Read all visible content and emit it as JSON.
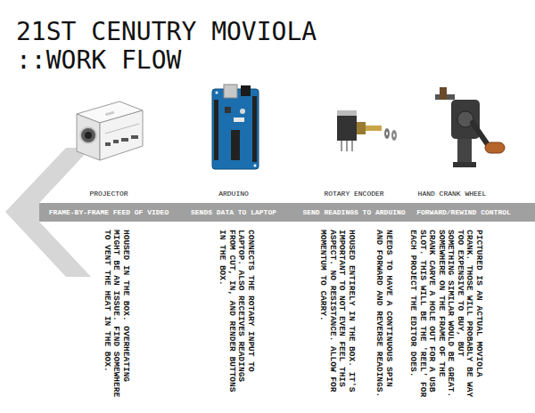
{
  "diagram": {
    "title": "21ST CENUTRY MOVIOLA ::WORK FLOW",
    "nodes": [
      {
        "text": [
          "FRAME-BY-FRAME FEED OF VIDEO",
          "SENDS DATA TO LAPTOP",
          "SEND READINGS TO ARDUINO",
          "FORWARD/REWIND CONTROL"
        ]
      }
    ],
    "labels": [
      "PROJECTOR",
      "ARDUINO",
      "ROTARY ENCODER",
      "HAND CRANK WHEEL",
      "HOUSED IN THE BOX. OVERHEATING MIGHT BE AN ISSUE. FIND SOMEWHERE TO VENT THE HEAT IN THE BOX.",
      "CONNECTS THE ROTARY INPUT TO LAPTOP. ALSO RECEIVES READINGS FROM CUT, IN, AND RENDER BUTTONS IN THE BOX.",
      "NEEDS TO HAVE A CONTINUOUS SPIN AND FORWARD AND REVERSE READINGS.",
      "HOUSED ENTIRELY IN THE BOX. IT'S IMPORTANT TO NOT EVEN FEEL THIS ASPECT. NO RESISTANCE. ALLOW FOR MOMENTUM TO CARRY.",
      "PICTURED IS AN ACTUAL MOVIOLA CRANK. THOSE WILL PROBABLY BE WAY TOO EXPENSIVE TO BUY, BUT SOMETHING SIMILAR WOULD BE GREAT. SOMEWHERE ON THE FRAME OF THE CRANK CARVE A HOLE OUT FOR A USB SLOT. THIS WILL BE THE 'REEL' FOR EACH PROJECT THE EDITOR DOES."
    ]
  }
}
